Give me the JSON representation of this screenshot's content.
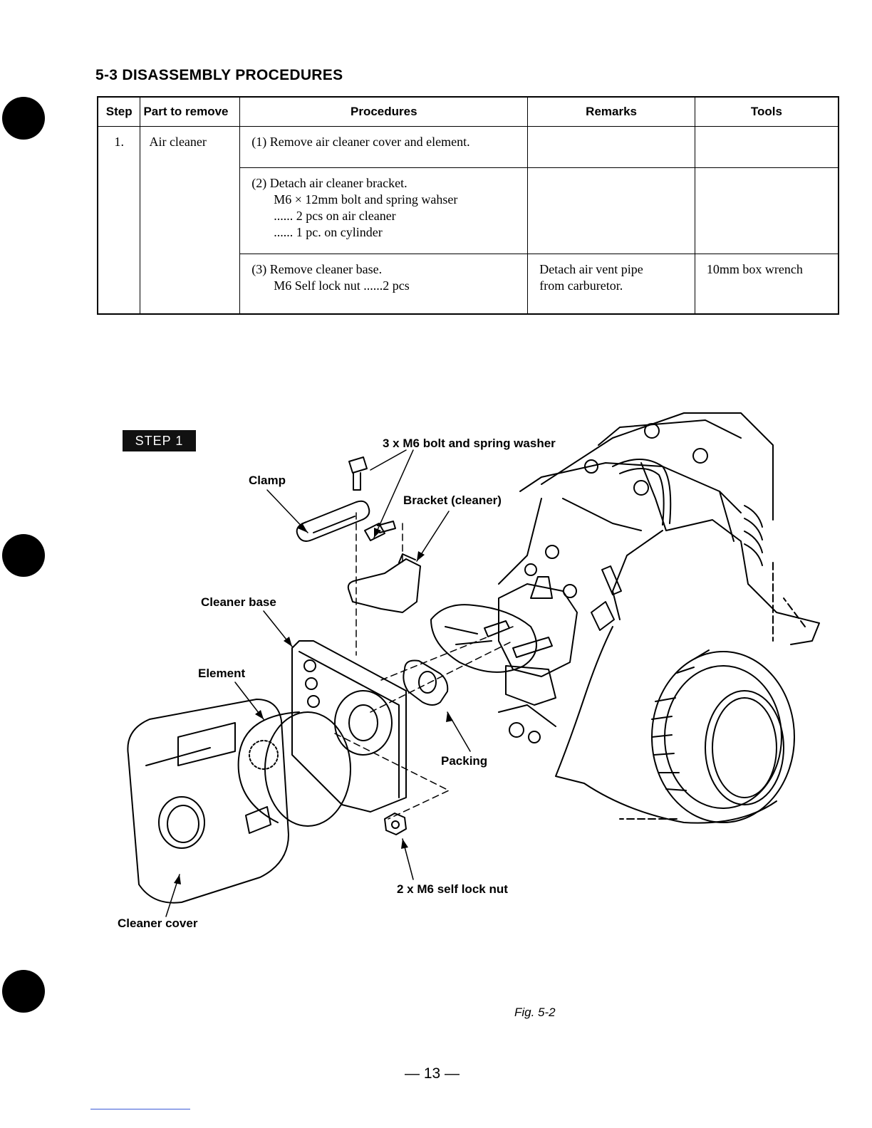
{
  "section_title": "5-3 DISASSEMBLY PROCEDURES",
  "table": {
    "headers": {
      "step": "Step",
      "part": "Part to remove",
      "procedures": "Procedures",
      "remarks": "Remarks",
      "tools": "Tools"
    },
    "step_number": "1.",
    "part_name": "Air cleaner",
    "rows": [
      {
        "proc_line1": "(1) Remove air cleaner cover and element.",
        "remarks": "",
        "tools": ""
      },
      {
        "proc_line1": "(2) Detach air cleaner bracket.",
        "proc_line2": "M6 × 12mm bolt and spring wahser",
        "proc_line3": "...... 2 pcs on air cleaner",
        "proc_line4": "...... 1 pc. on cylinder",
        "remarks": "",
        "tools": ""
      },
      {
        "proc_line1": "(3) Remove cleaner base.",
        "proc_line2": "M6 Self lock nut ......2 pcs",
        "remarks_line1": "Detach air vent pipe",
        "remarks_line2": "from carburetor.",
        "tools": "10mm box wrench"
      }
    ]
  },
  "figure": {
    "step_badge": "STEP 1",
    "labels": {
      "bolt_washer": "3 x M6 bolt and spring washer",
      "clamp": "Clamp",
      "bracket": "Bracket (cleaner)",
      "cleaner_base": "Cleaner base",
      "element": "Element",
      "packing": "Packing",
      "self_lock_nut": "2 x M6 self lock nut",
      "cleaner_cover": "Cleaner cover"
    },
    "caption": "Fig. 5-2"
  },
  "page_number": "— 13 —"
}
